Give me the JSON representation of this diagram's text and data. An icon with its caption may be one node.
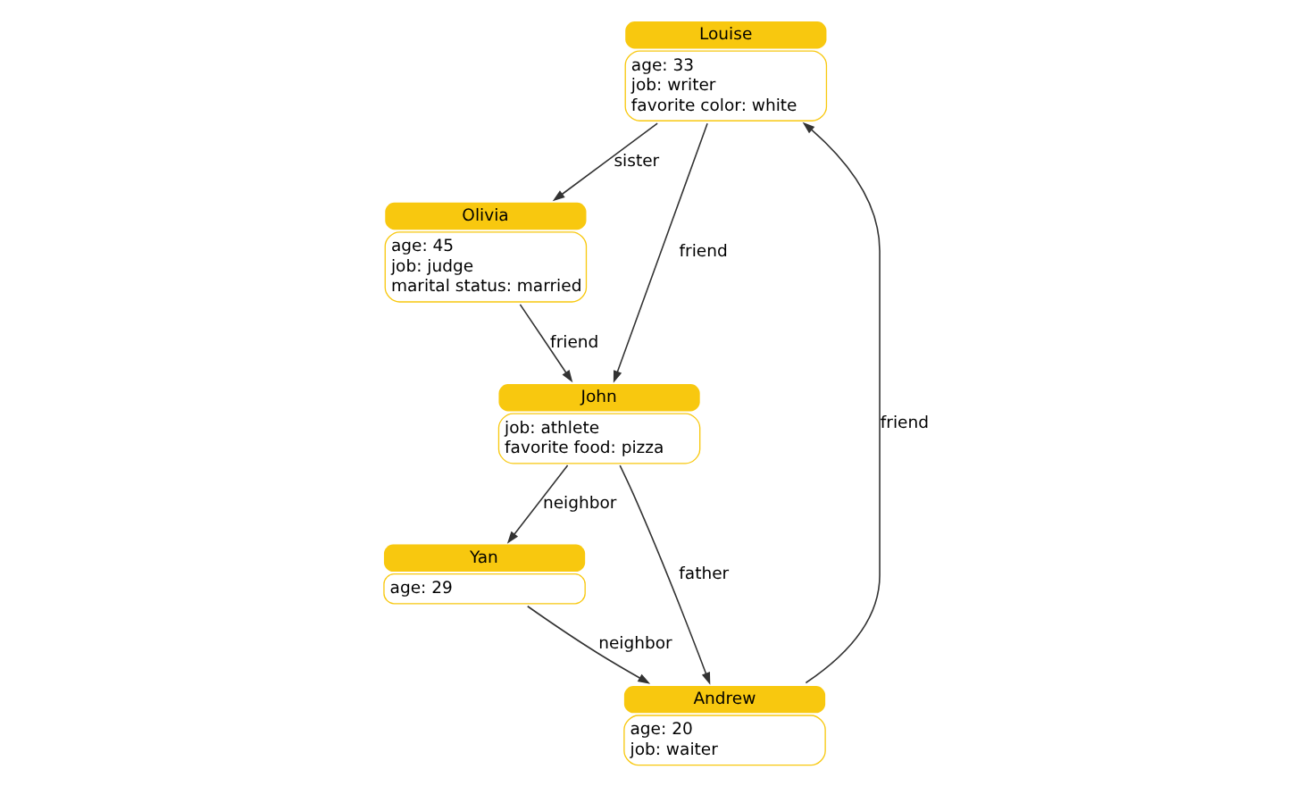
{
  "diagram": {
    "nodes": [
      {
        "text": [
          "Louise",
          "age: 33",
          "job: writer",
          "favorite color: white"
        ]
      },
      {
        "text": [
          "Olivia",
          "age: 45",
          "job: judge",
          "marital status: married"
        ]
      },
      {
        "text": [
          "John",
          "job: athlete",
          "favorite food: pizza"
        ]
      },
      {
        "text": [
          "Yan",
          "age: 29"
        ]
      },
      {
        "text": [
          "Andrew",
          "age: 20",
          "job: waiter"
        ]
      }
    ],
    "edges": [
      {
        "from": 0,
        "to": 2,
        "arrow": "to",
        "label": "friend"
      },
      {
        "from": 0,
        "to": 1,
        "arrow": "to",
        "label": "sister"
      },
      {
        "from": 1,
        "to": 2,
        "arrow": "to",
        "label": "friend"
      },
      {
        "from": 2,
        "to": 3,
        "arrow": "to",
        "label": "neighbor"
      },
      {
        "from": 2,
        "to": 4,
        "arrow": "to",
        "label": "father"
      },
      {
        "from": 3,
        "to": 4,
        "arrow": "to",
        "label": "neighbor"
      },
      {
        "from": 4,
        "to": 0,
        "arrow": "to",
        "label": "friend"
      }
    ]
  }
}
